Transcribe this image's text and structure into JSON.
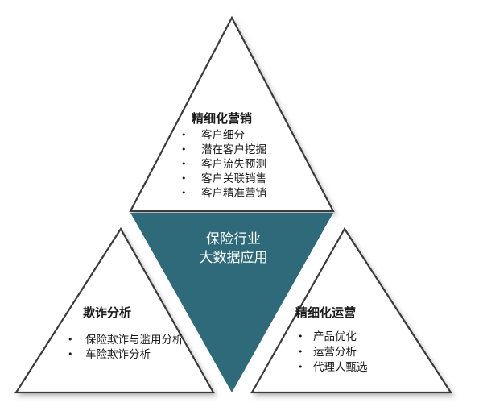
{
  "center": {
    "line1": "保险行业",
    "line2": "大数据应用",
    "fill_color": "#2e6a7a"
  },
  "top_section": {
    "title": "精细化营销",
    "items": [
      "客户细分",
      "潜在客户挖掘",
      "客户流失预测",
      "客户关联销售",
      "客户精准营销"
    ]
  },
  "left_section": {
    "title": "欺诈分析",
    "items": [
      "保险欺诈与滥用分析",
      "车险欺诈分析"
    ]
  },
  "right_section": {
    "title": "精细化运营",
    "items": [
      "产品优化",
      "运营分析",
      "代理人甄选"
    ]
  },
  "bullet_symbol": "•",
  "outline_color": "#3a3a3a"
}
